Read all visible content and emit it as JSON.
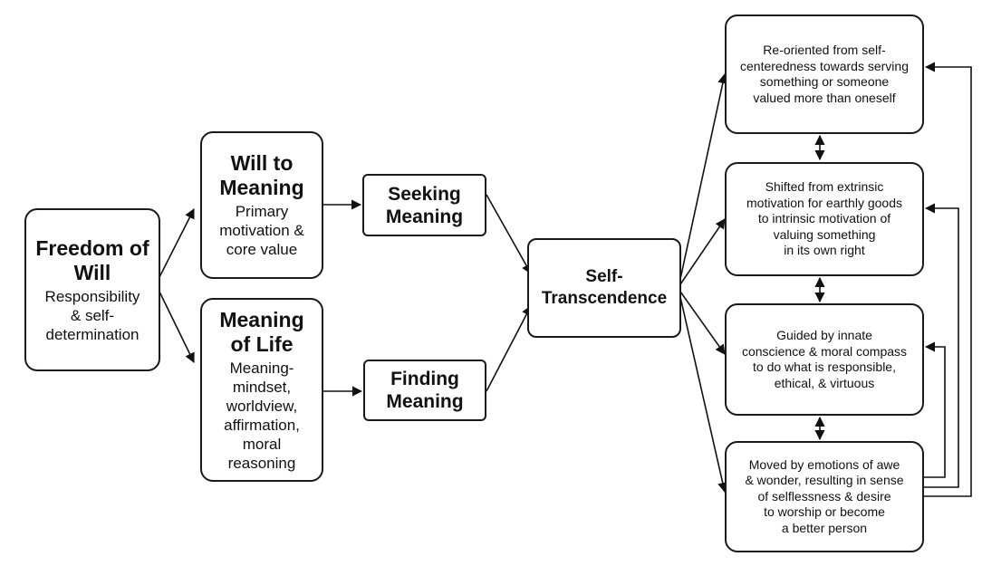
{
  "nodes": {
    "freedom": {
      "title": "Freedom of\nWill",
      "sub": "Responsibility\n& self-\ndetermination"
    },
    "will": {
      "title": "Will to\nMeaning",
      "sub": "Primary\nmotivation &\ncore value"
    },
    "meaning_life": {
      "title": "Meaning\nof Life",
      "sub": "Meaning-\nmindset,\nworldview,\naffirmation,\nmoral\nreasoning"
    },
    "seeking": {
      "label": "Seeking\nMeaning"
    },
    "finding": {
      "label": "Finding\nMeaning"
    },
    "self_transcendence": {
      "label": "Self-\nTranscendence"
    },
    "reoriented": {
      "text": "Re-oriented from self-\ncenteredness towards serving\nsomething or someone\nvalued more than oneself"
    },
    "shifted": {
      "text": "Shifted from extrinsic\nmotivation for earthly goods\nto intrinsic motivation of\nvaluing something\nin its own right"
    },
    "guided": {
      "text": "Guided by innate\nconscience & moral compass\nto do what is responsible,\nethical, & virtuous"
    },
    "moved": {
      "text": "Moved by emotions of awe\n& wonder, resulting in sense\nof selflessness & desire\nto worship or become\na better person"
    }
  }
}
